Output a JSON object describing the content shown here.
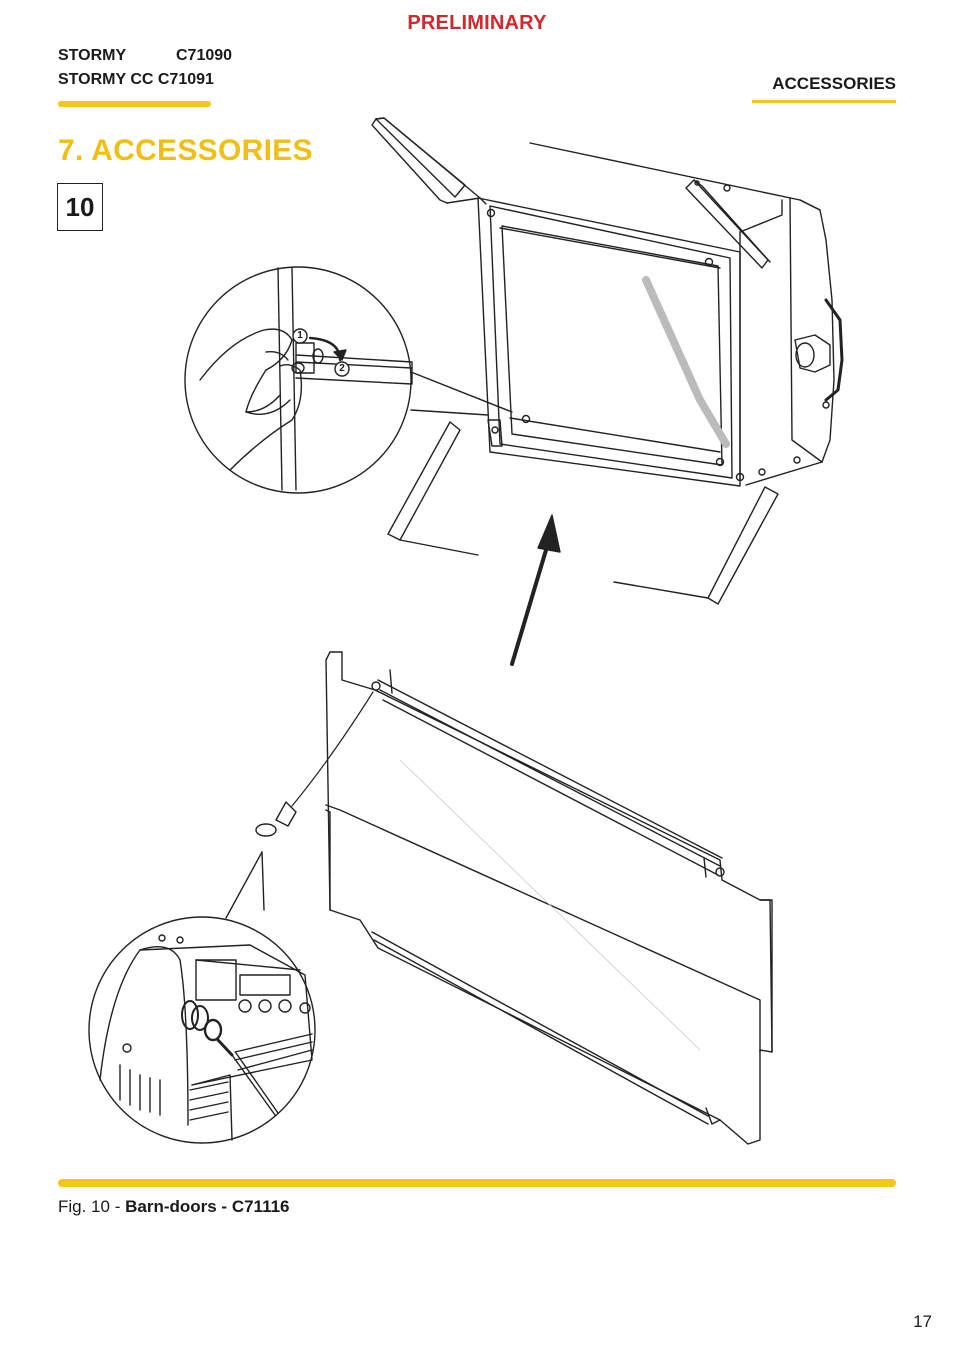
{
  "header": {
    "status_stamp": "PRELIMINARY",
    "models": [
      {
        "name": "STORMY",
        "code": "C71090"
      },
      {
        "name": "STORMY CC",
        "code": "C71091"
      }
    ],
    "section": "ACCESSORIES"
  },
  "chapter": {
    "title": "7. ACCESSORIES"
  },
  "figure": {
    "number": "10",
    "callout_step_1": "1",
    "callout_step_2": "2",
    "caption_prefix": "Fig. 10 - ",
    "caption_title": "Barn-doors - C71116"
  },
  "footer": {
    "page_number": "17"
  },
  "colors": {
    "accent_yellow": "#f5c518",
    "stamp_red": "#d0282e",
    "line_art": "#222222"
  }
}
